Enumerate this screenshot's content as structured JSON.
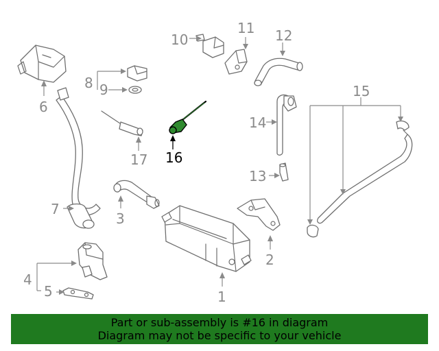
{
  "callouts": {
    "c1": "1",
    "c2": "2",
    "c3": "3",
    "c4": "4",
    "c5": "5",
    "c6": "6",
    "c7": "7",
    "c8": "8",
    "c9": "9",
    "c10": "10",
    "c11": "11",
    "c12": "12",
    "c13": "13",
    "c14": "14",
    "c15": "15",
    "c16": "16",
    "c17": "17"
  },
  "highlighted_part": "16",
  "colors": {
    "highlight": "#2f8a2f",
    "banner": "#1f7a1f",
    "linework": "#6e6e6e"
  },
  "banner": {
    "line1": "Part or sub-assembly is #16 in diagram",
    "line2": "Diagram may not be specific to your vehicle"
  }
}
